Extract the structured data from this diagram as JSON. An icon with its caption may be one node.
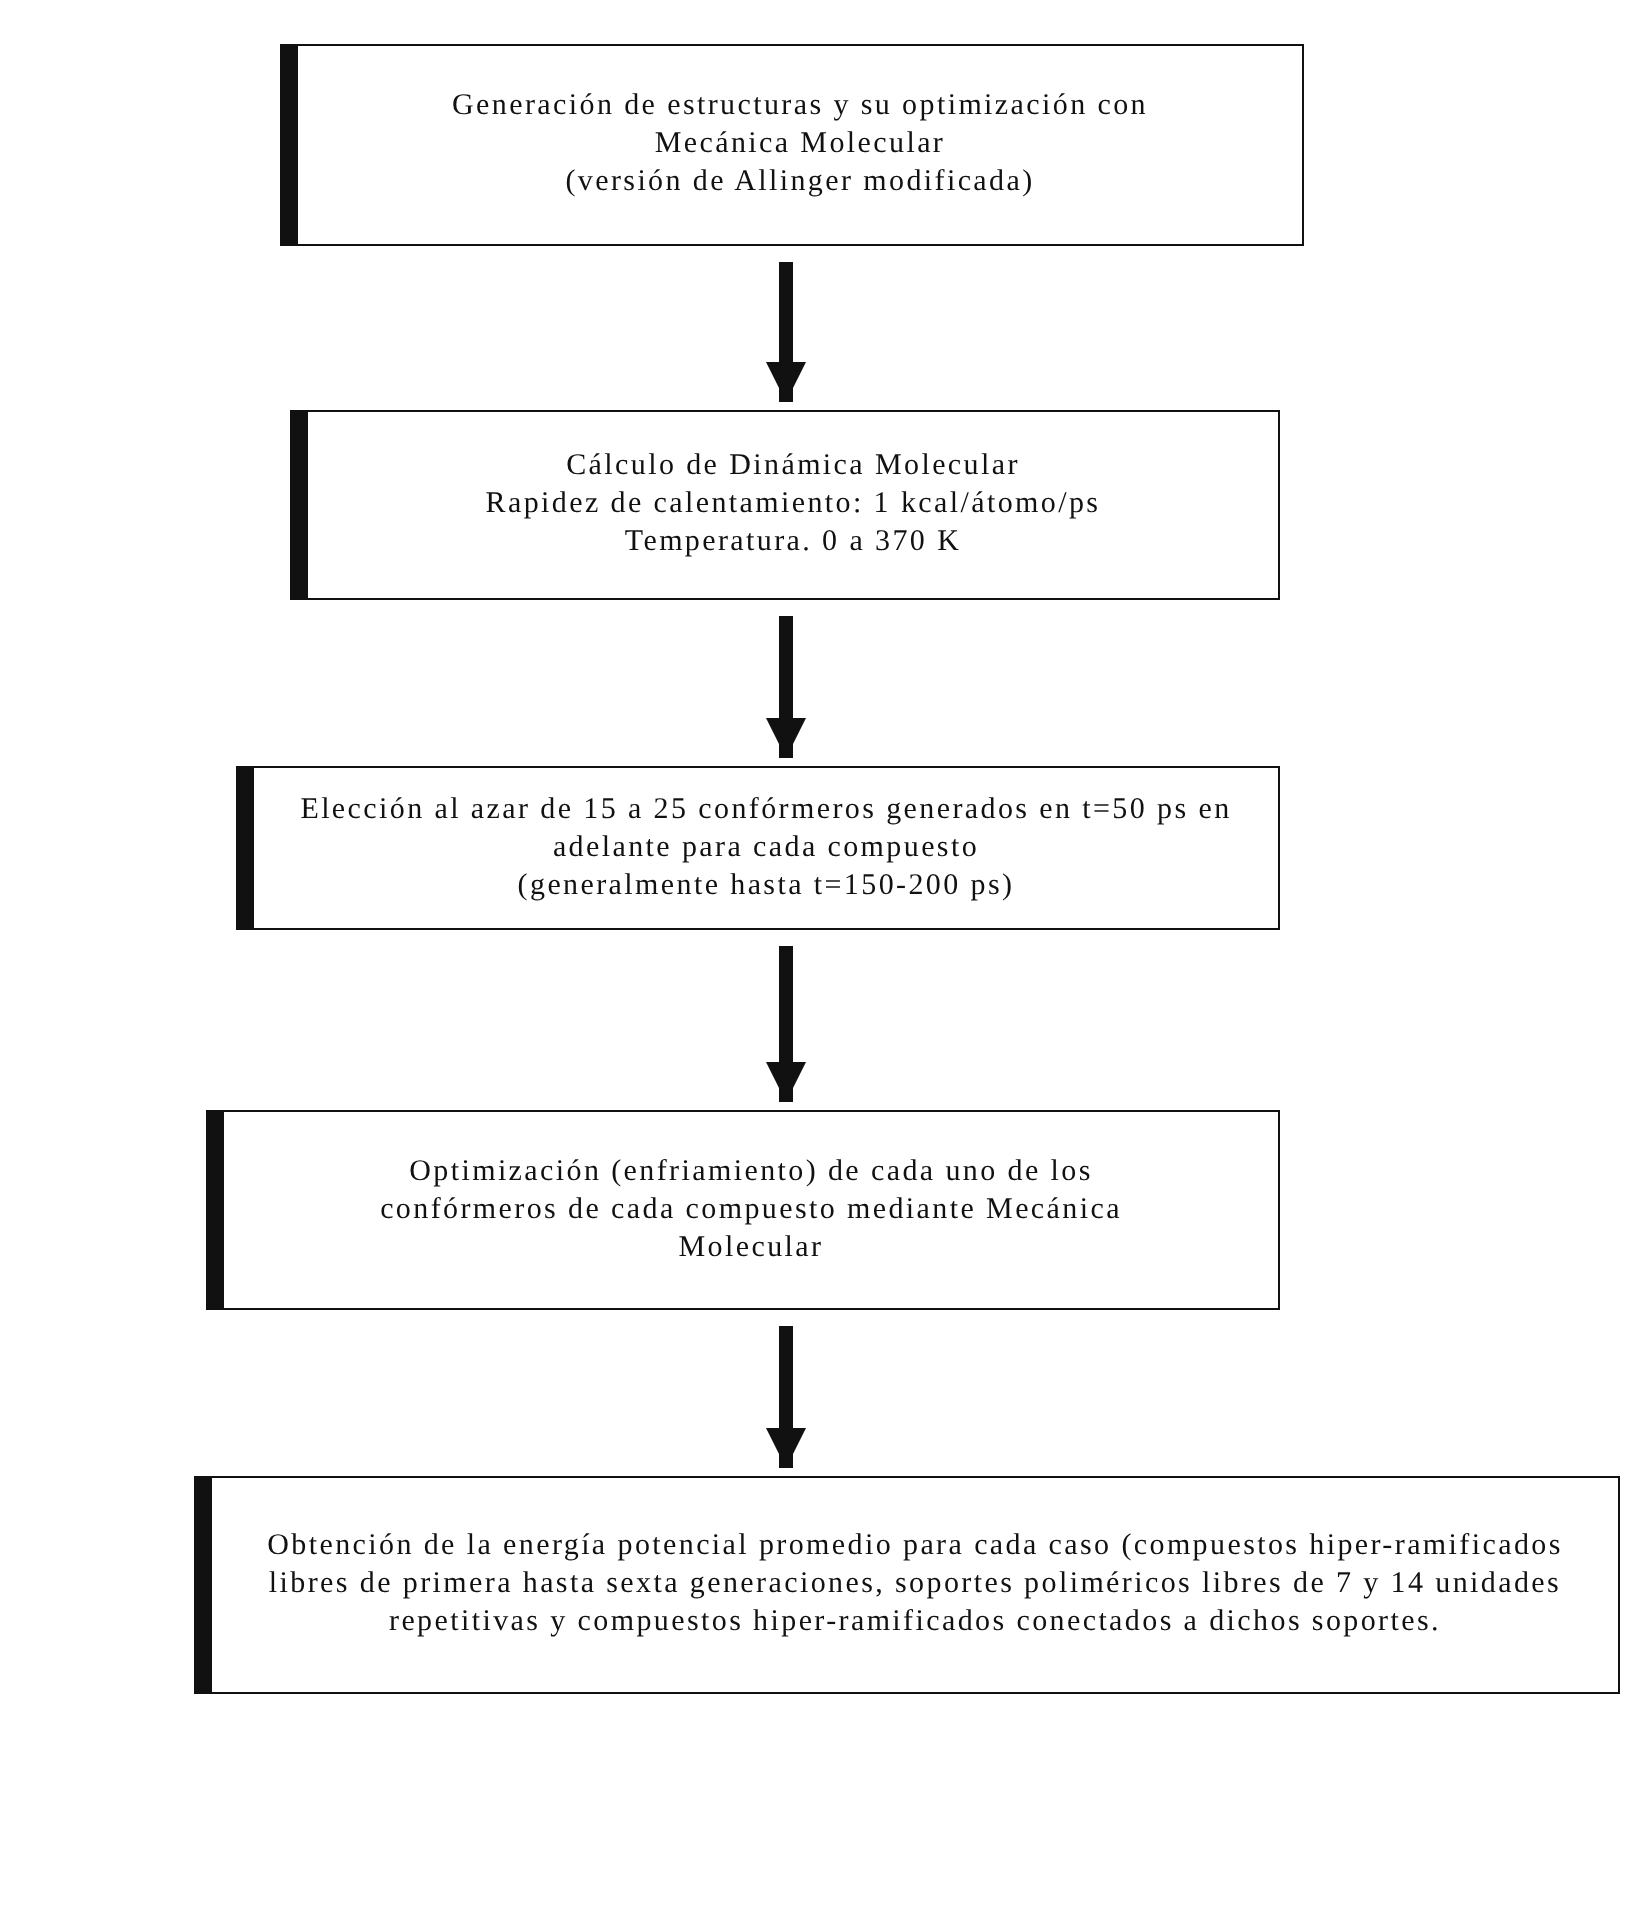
{
  "diagram": {
    "nodes": [
      {
        "text": [
          "Generación de estructuras y su optimización con Mecánica Molecular",
          "(versión de Allinger modificada)"
        ]
      },
      {
        "text": [
          "Cálculo de Dinámica Molecular",
          "Rapidez de calentamiento: 1 kcal/átomo/ps",
          "Temperatura. 0 a 370 K"
        ]
      },
      {
        "text": [
          "Elección al azar de 15 a 25 confórmeros generados en t=50 ps en adelante para cada compuesto",
          "(generalmente hasta t=150-200 ps)"
        ]
      },
      {
        "text": [
          "Optimización (enfriamiento) de cada uno de los confórmeros de cada compuesto mediante Mecánica Molecular"
        ]
      },
      {
        "text": [
          "Obtención de la energía potencial promedio para cada caso (compuestos hiper-ramificados libres de primera hasta sexta generaciones, soportes poliméricos libres de 7 y 14 unidades repetitivas y compuestos hiper-ramificados conectados a dichos soportes."
        ]
      }
    ],
    "edges": [
      {
        "from": 0,
        "to": 1,
        "arrow": "to"
      },
      {
        "from": 1,
        "to": 2,
        "arrow": "to"
      },
      {
        "from": 2,
        "to": 3,
        "arrow": "to"
      },
      {
        "from": 3,
        "to": 4,
        "arrow": "to"
      }
    ]
  }
}
